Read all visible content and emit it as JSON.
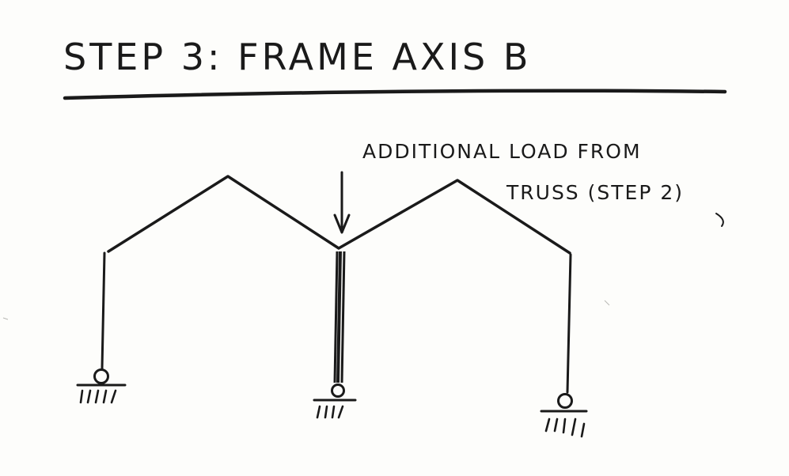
{
  "title": "STEP 3:  FRAME  AXIS  B",
  "annotation": {
    "line1": "ADDITIONAL LOAD FROM",
    "line2": "TRUSS (STEP 2)"
  },
  "colors": {
    "ink": "#1a1a1a",
    "paper": "#fdfdfb"
  }
}
